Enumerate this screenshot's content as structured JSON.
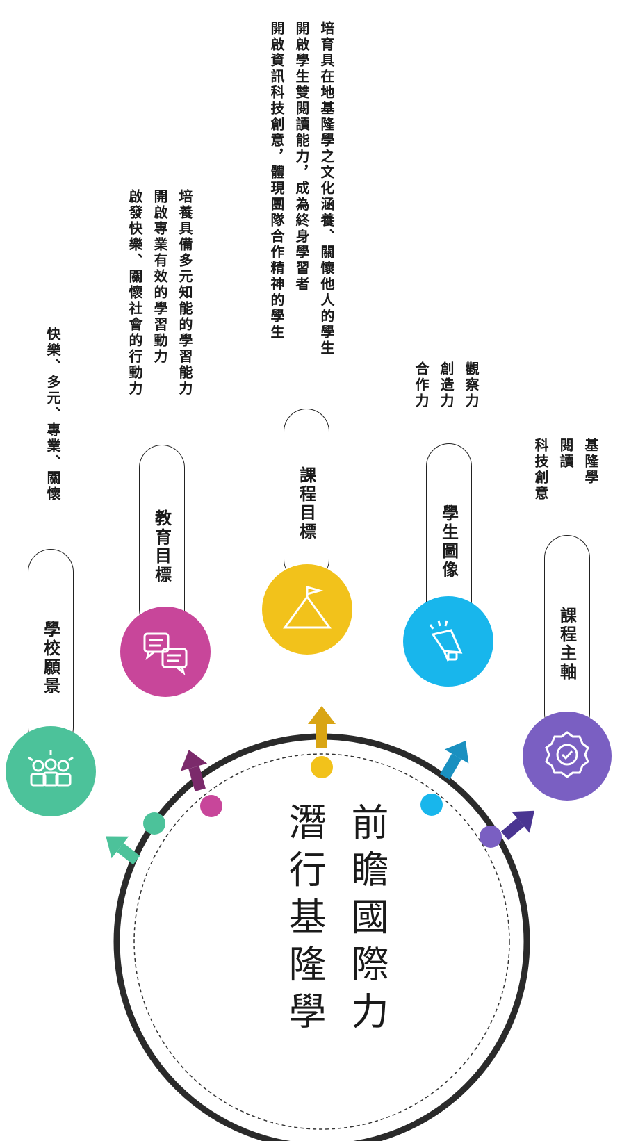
{
  "hub": {
    "lines": [
      "前瞻國際力",
      "潛行基隆學"
    ]
  },
  "branches": [
    {
      "label": "學校願景",
      "desc": [
        "快樂、多元、專業、關懷"
      ],
      "color": "#4cc29a",
      "icon": "team-icon"
    },
    {
      "label": "教育目標",
      "desc": [
        "培養具備多元知能的學習能力",
        "開啟專業有效的學習動力",
        "啟發快樂、關懷社會的行動力"
      ],
      "color": "#c8469a",
      "icon": "chat-bubbles-icon"
    },
    {
      "label": "課程目標",
      "desc": [
        "培育具在地基隆學之文化涵養、關懷他人的學生",
        "開啟學生雙閱讀能力，成為終身學習者",
        "開啟資訊科技創意，體現團隊合作精神的學生"
      ],
      "color": "#f2c21b",
      "icon": "mountain-flag-icon"
    },
    {
      "label": "學生圖像",
      "desc": [
        "觀察力",
        "創造力",
        "合作力"
      ],
      "color": "#18b6ec",
      "icon": "megaphone-icon"
    },
    {
      "label": "課程主軸",
      "desc": [
        "基隆學",
        "閱讀",
        "科技創意"
      ],
      "color": "#7a5fc2",
      "icon": "award-badge-icon"
    }
  ]
}
